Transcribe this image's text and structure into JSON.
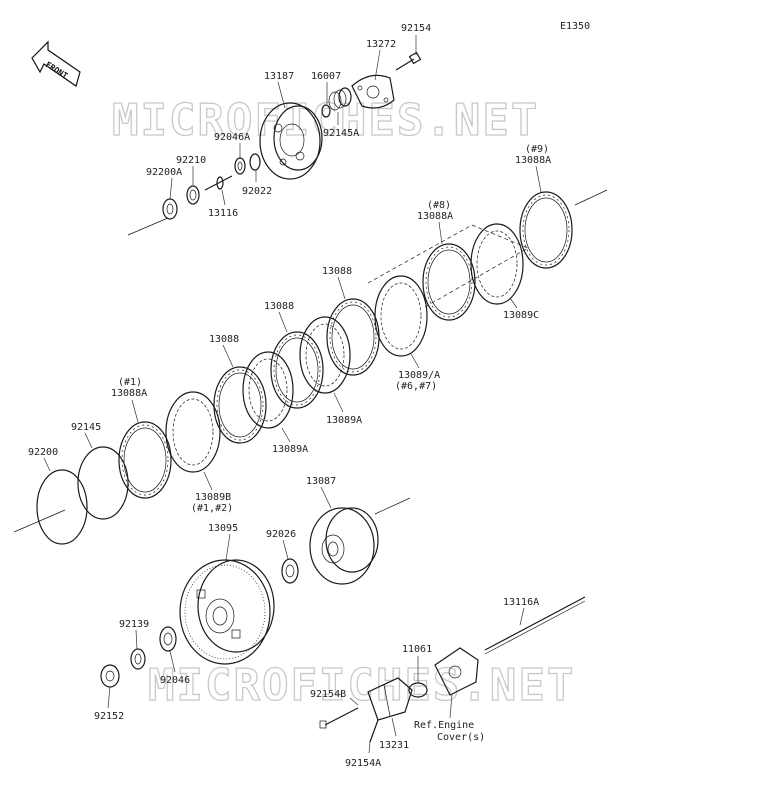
{
  "diagram_code": "E1350",
  "front_label": "FRONT",
  "watermark": "MICROFICHES.NET",
  "labels": {
    "p92154": "92154",
    "p13272": "13272",
    "p13187": "13187",
    "p16007": "16007",
    "p92145A": "92145A",
    "p92046A": "92046A",
    "p92210": "92210",
    "p92200A": "92200A",
    "p92022": "92022",
    "p13116": "13116",
    "n9": "(#9)",
    "p13088A_top": "13088A",
    "n8": "(#8)",
    "p13088A_8": "13088A",
    "p13089C": "13089C",
    "p13088_a": "13088",
    "p13088_b": "13088",
    "p13088_c": "13088",
    "p13089_A": "13089/A",
    "n67": "(#6,#7)",
    "p13089A_a": "13089A",
    "p13089A_b": "13089A",
    "n1": "(#1)",
    "p13088A_1": "13088A",
    "p92145": "92145",
    "p92200": "92200",
    "p13089B": "13089B",
    "n12": "(#1,#2)",
    "p13087": "13087",
    "p13095": "13095",
    "p92026": "92026",
    "p13116A": "13116A",
    "p92139": "92139",
    "p92046": "92046",
    "p92152": "92152",
    "p11061": "11061",
    "p92154B": "92154B",
    "ref_engine": "Ref.Engine",
    "cover": "Cover(s)",
    "p13231": "13231",
    "p92154A": "92154A"
  }
}
